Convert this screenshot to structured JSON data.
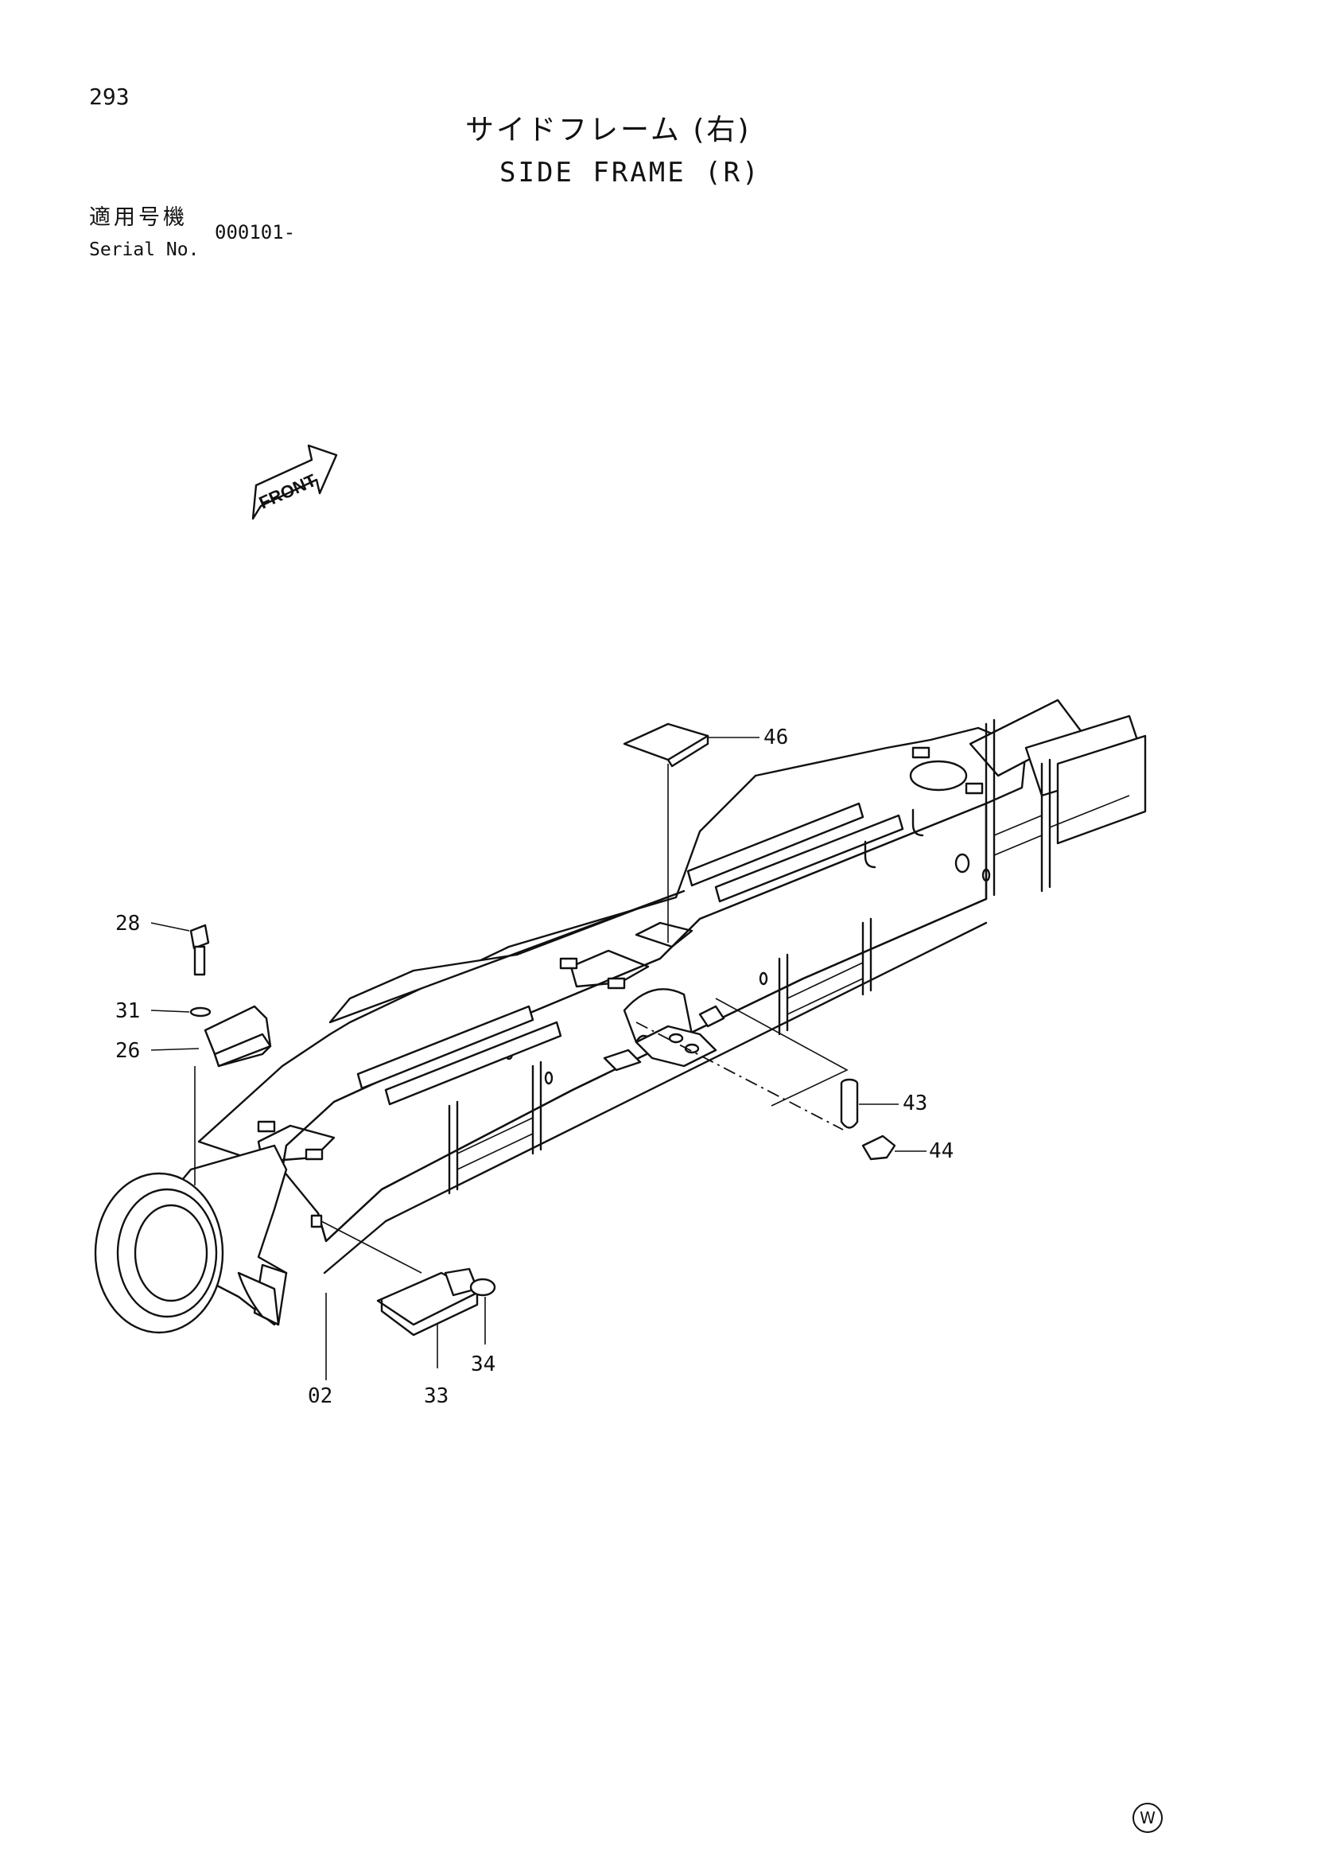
{
  "page_number": "293",
  "title_jp": "サイドフレーム (右)",
  "title_en": "SIDE FRAME (R)",
  "serial": {
    "label_jp": "適用号機",
    "label_en": "Serial No.",
    "value": "000101-"
  },
  "front_label": "FRONT",
  "callouts": {
    "c46": "46",
    "c28": "28",
    "c31": "31",
    "c26": "26",
    "c43": "43",
    "c44": "44",
    "c02": "02",
    "c33": "33",
    "c34": "34"
  },
  "watermark_symbol": "W"
}
